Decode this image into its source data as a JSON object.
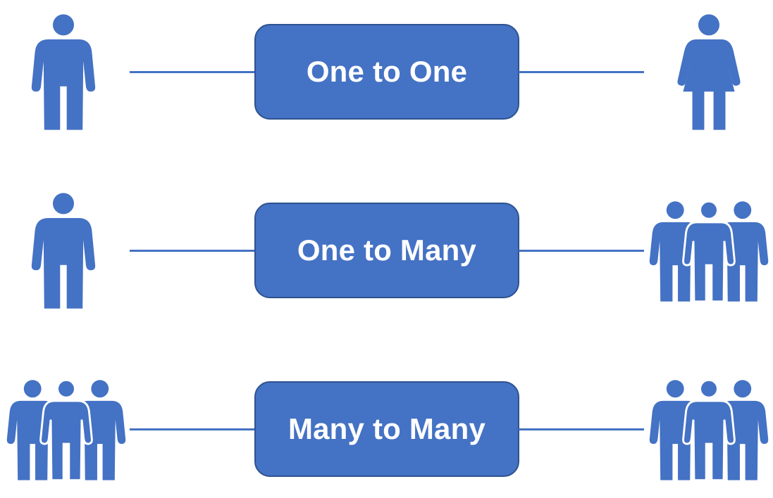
{
  "colors": {
    "accent": "#4472C4",
    "box_border": "#2F528F",
    "label_text": "#ffffff"
  },
  "relationships": [
    {
      "label": "One to One",
      "left_icon": "male-person-icon",
      "right_icon": "female-person-icon"
    },
    {
      "label": "One to Many",
      "left_icon": "male-person-icon",
      "right_icon": "group-of-people-icon"
    },
    {
      "label": "Many to Many",
      "left_icon": "group-of-people-icon",
      "right_icon": "group-of-people-icon"
    }
  ]
}
